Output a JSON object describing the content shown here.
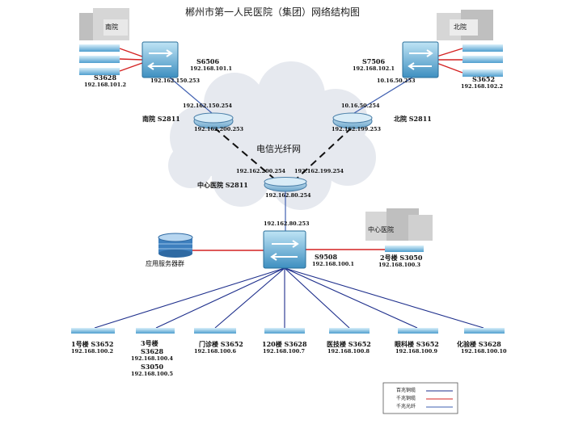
{
  "title": "郴州市第一人民医院（集团）网络结构图",
  "cloud_label": "电信光纤网",
  "colors": {
    "red_link": "#d42222",
    "blue_link": "#1e2f8c",
    "uplink": "#3f5fb0",
    "device": "#3e8fc0",
    "router": "#79b3d6",
    "cloud": "#e6e9ef"
  },
  "buildings": {
    "south": "南院",
    "north": "北院",
    "center": "中心医院"
  },
  "south": {
    "core_name": "S6506",
    "core_ip": "192.168.101.1",
    "core_wan_ip": "192.162.150.253",
    "access_name": "S3628",
    "access_ip": "192.168.101.2",
    "router_name": "南院 S2811",
    "router_ip_top": "192.162.150.254",
    "router_ip_bottom": "192.162.200.253"
  },
  "north": {
    "core_name": "S7506",
    "core_ip": "192.168.102.1",
    "core_wan_ip": "10.16.50.253",
    "access_name": "S3652",
    "access_ip": "192.168.102.2",
    "router_name": "北院 S2811",
    "router_ip_top": "10.16.50.254",
    "router_ip_bottom": "192.162.199.253"
  },
  "center": {
    "router_name": "中心医院 S2811",
    "router_ip_left": "192.162.200.254",
    "router_ip_right": "192.162.199.254",
    "router_ip_bottom": "192.162.80.254",
    "core_ip_top": "192.162.80.253",
    "core_name": "S9508",
    "core_ip": "192.168.100.1",
    "server_label": "应用服务器群",
    "bldg2_name": "2号楼 S3050",
    "bldg2_ip": "192.168.100.3"
  },
  "access": [
    {
      "name": "1号楼 S3652",
      "ip": "192.168.100.2"
    },
    {
      "name": "3号楼",
      "name2": "S3628",
      "ip": "192.168.100.4",
      "name3": "S3050",
      "ip2": "192.168.100.5"
    },
    {
      "name": "门诊楼 S3652",
      "ip": "192.168.100.6"
    },
    {
      "name": "120楼 S3628",
      "ip": "192.168.100.7"
    },
    {
      "name": "医技楼 S3652",
      "ip": "192.168.100.8"
    },
    {
      "name": "眼科楼 S3652",
      "ip": "192.168.100.9"
    },
    {
      "name": "化验楼 S3628",
      "ip": "192.168.100.10"
    }
  ],
  "legend": [
    "百兆铜缆",
    "千兆铜缆",
    "千兆光纤"
  ]
}
